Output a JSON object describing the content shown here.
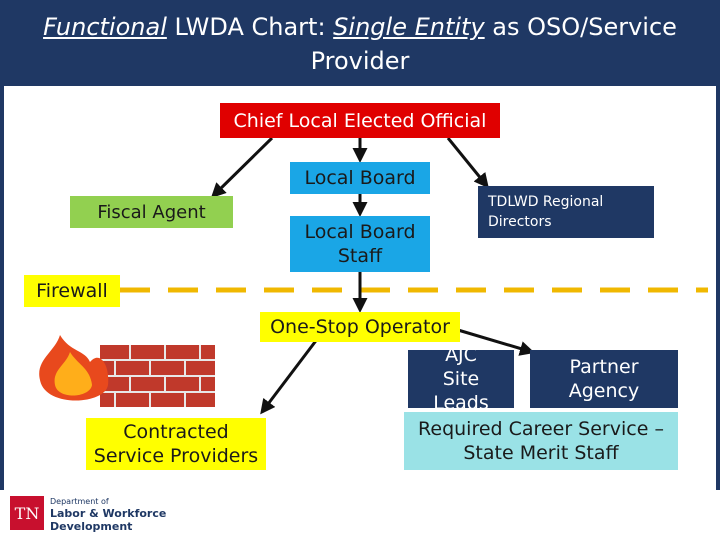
{
  "header": {
    "title_part1": "Functional",
    "title_part2": " LWDA Chart: ",
    "title_part3": "Single Entity",
    "title_part4": " as OSO/Service",
    "title_line2": "Provider"
  },
  "nodes": {
    "chief": "Chief Local Elected Official",
    "local_board": "Local Board",
    "fiscal_agent": "Fiscal Agent",
    "local_board_staff": "Local Board Staff",
    "regional_directors": "TDLWD Regional Directors",
    "firewall": "Firewall",
    "one_stop_operator": "One-Stop Operator",
    "ajc_site_leads": "AJC Site Leads",
    "partner_agency": "Partner Agency",
    "contracted_providers": "Contracted Service Providers",
    "required_career_service": "Required Career Service – State Merit Staff"
  },
  "footer": {
    "logo": "TN",
    "dept_line1": "Department of",
    "dept_line2": "Labor & Workforce",
    "dept_line3": "Development"
  },
  "colors": {
    "header": "#1f3864",
    "chief": "#e00000",
    "board": "#1aa6e6",
    "fiscal": "#92d050",
    "firewall_line": "#f0b800"
  }
}
